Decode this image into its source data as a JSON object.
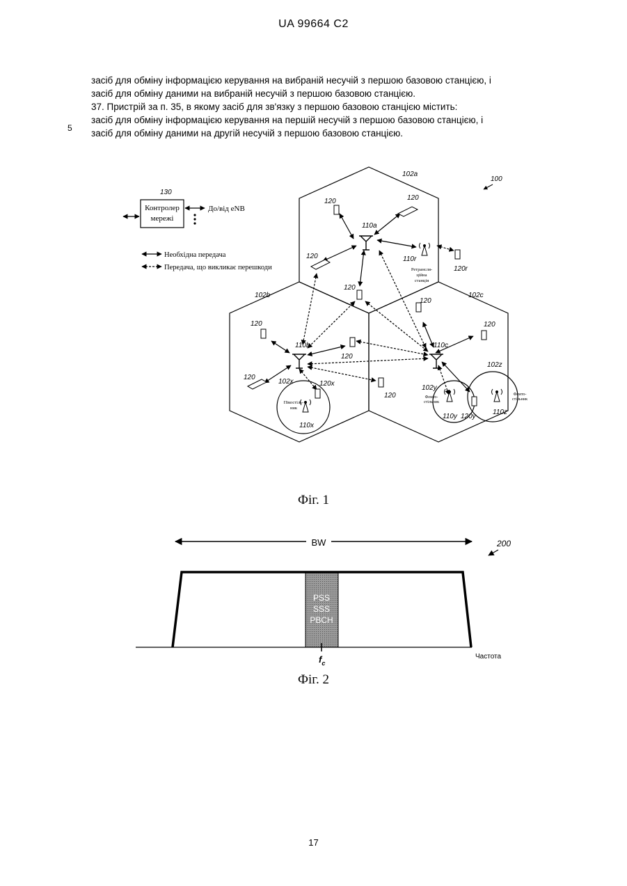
{
  "header": {
    "patent": "UA   99664   C2"
  },
  "body_text": [
    "засіб для обміну інформацією керування на вибраній несучій з першою базовою станцією, і",
    "засіб для обміну даними на вибраній несучій з першою базовою станцією.",
    "37. Пристрій за п. 35, в якому засіб для зв'язку з першою базовою станцією містить:",
    "засіб для обміну інформацією керування на першій несучій з першою базовою станцією, і",
    "засіб для обміну даними на другій несучій з першою базовою станцією."
  ],
  "line_number": "5",
  "figure1": {
    "ref_system": "100",
    "controller": {
      "ref": "130",
      "line1": "Контролер",
      "line2": "мережі",
      "link_label": "До/від eNB"
    },
    "legend": {
      "solid": "Необхідна передача",
      "dashed": "Передача, що викликає перешкоди"
    },
    "cells": {
      "a": "102a",
      "b": "102b",
      "c": "102c",
      "x": "102x",
      "y": "102y",
      "z": "102z"
    },
    "stations": {
      "a": "110a",
      "b": "110b",
      "c": "110c",
      "r": "110r",
      "x": "110x",
      "y": "110y",
      "z": "110z"
    },
    "ue_label": "120",
    "ue_r": "120r",
    "ue_x": "120x",
    "ue_y": "120y",
    "relay_label": [
      "Ретрансля-",
      "ційна",
      "станція"
    ],
    "pico_label": [
      "Пікостіль-",
      "ник"
    ],
    "femto_label": [
      "Фемто-",
      "стільник"
    ],
    "caption": "Фіг. 1"
  },
  "figure2": {
    "ref": "200",
    "bw": "BW",
    "center_block": [
      "PSS",
      "SSS",
      "PBCH"
    ],
    "fc": "f",
    "fc_sub": "c",
    "axis_label": "Частота",
    "caption": "Фіг. 2"
  },
  "page_number": "17"
}
